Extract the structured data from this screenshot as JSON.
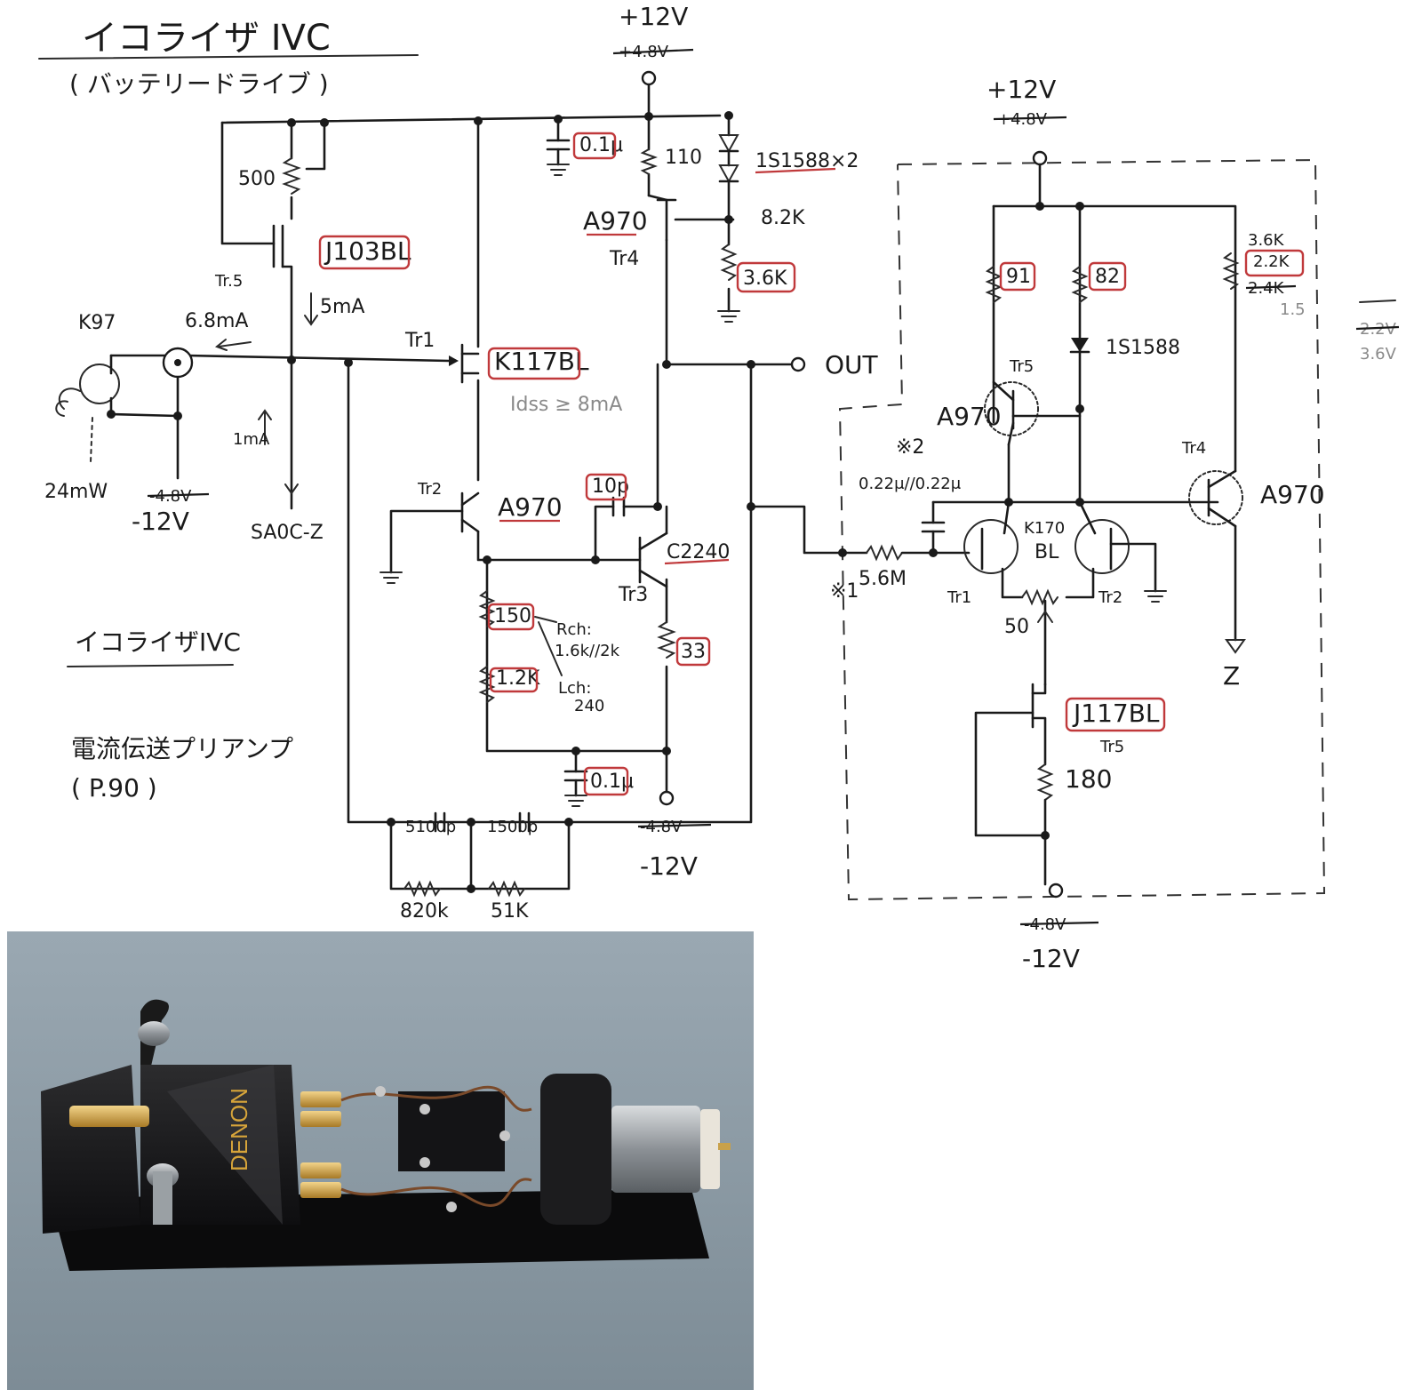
{
  "title": {
    "main": "イコライザ IVC",
    "sub": "( バッテリードライブ )"
  },
  "notes": {
    "label": "イコライザIVC",
    "book": "電流伝送プリアンプ",
    "page": "( P.90 )"
  },
  "left_circuit": {
    "supply_top": "+12V",
    "supply_top_old": "+4.8V",
    "supply_bottom": "-12V",
    "supply_bottom_old": "-4.8V",
    "out_label": "OUT",
    "pot_500": "500",
    "tr5_label": "Tr.5",
    "j103": "J103BL",
    "i_5ma": "5mA",
    "i_6ma": "6.8mA",
    "i_1ma": "1mA",
    "k97": "K97",
    "p24mw": "24mW",
    "bias_old": "-4.8V",
    "bias": "-12V",
    "sa0c": "SA0C-Z",
    "tr1_label": "Tr1",
    "k117": "K117BL",
    "idss": "Idss ≥ 8mA",
    "tr2_label": "Tr2",
    "a970_tr2": "A970",
    "cap_10p": "10p",
    "c2240": "C2240",
    "tr3_label": "Tr3",
    "r150": "150",
    "r1_2k": "1.2K",
    "r33": "33",
    "rch": "Rch:",
    "rch_val": "1.6k//2k",
    "lch": "Lch:",
    "lch_val": "240",
    "cap_0_1_bot": "0.1μ",
    "cap_0_1_top": "0.1μ",
    "r110": "110",
    "diode_1s1588": "1S1588×2",
    "a970_tr4": "A970",
    "tr4_label": "Tr4",
    "r8_2k": "8.2K",
    "r3_6k": "3.6K",
    "c5100": "5100p",
    "c1500": "1500p",
    "r820k": "820k",
    "r51k": "51K"
  },
  "right_circuit": {
    "supply_top": "+12V",
    "supply_top_old": "+4.8V",
    "supply_bottom": "-12V",
    "supply_bottom_old": "-4.8V",
    "r91": "91",
    "r82": "82",
    "r_top_right_a": "3.6K",
    "r_top_right_b": "2.2K",
    "r_top_right_c": "2.4K",
    "side_a": "1.5",
    "side_b": "2.2V",
    "side_c": "3.6V",
    "diode": "1S1588",
    "tr5_label": "Tr5",
    "a970_tr5": "A970",
    "note2": "※2",
    "cap_note": "0.22μ//0.22μ",
    "k170": "K170",
    "bl": "BL",
    "tr4_label": "Tr4",
    "a970_tr4": "A970",
    "r5_6m": "5.6M",
    "note1": "※1",
    "tr1_label": "Tr1",
    "tr2_label": "Tr2",
    "pot_50": "50",
    "out_z": "Z",
    "j117": "J117BL",
    "tr5b_label": "Tr5",
    "r180": "180"
  },
  "photo": {
    "brand": "DENON"
  }
}
